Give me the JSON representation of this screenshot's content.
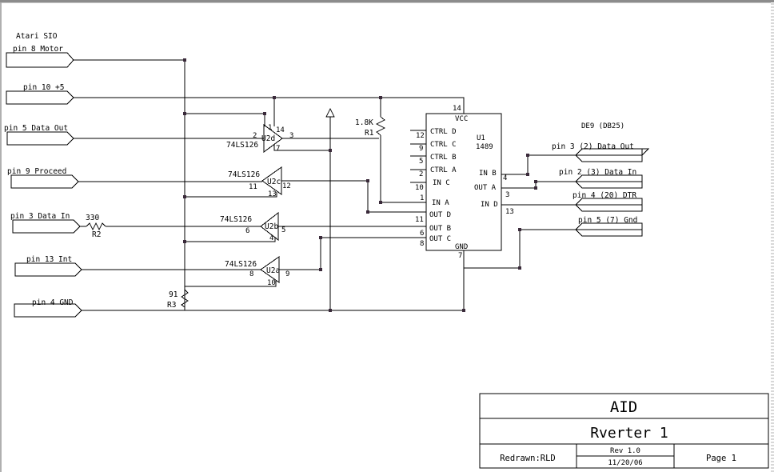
{
  "left_connector": {
    "title": "Atari SIO",
    "pins": [
      {
        "label": "pin 8 Motor"
      },
      {
        "label": "pin 10 +5"
      },
      {
        "label": "pin 5 Data Out"
      },
      {
        "label": "pin 9 Proceed"
      },
      {
        "label": "pin 3 Data In"
      },
      {
        "label": "pin 13 Int"
      },
      {
        "label": "pin 4 GND"
      }
    ]
  },
  "right_connector": {
    "title": "DE9 (DB25)",
    "pins": [
      {
        "label": "pin 3 (2) Data Out"
      },
      {
        "label": "pin 2 (3) Data In"
      },
      {
        "label": "pin 4 (20) DTR"
      },
      {
        "label": "pin 5 (7) Gnd"
      }
    ]
  },
  "resistors": {
    "r1": {
      "ref": "R1",
      "value": "1.8K"
    },
    "r2": {
      "ref": "R2",
      "value": "330"
    },
    "r3": {
      "ref": "R3",
      "value": "91"
    }
  },
  "buffers": [
    {
      "ref": "U2d",
      "part": "74LS126",
      "pin_in": "2",
      "pin_out": "3",
      "pin_en": "1",
      "pin_vcc": "14",
      "pin_gnd": "7"
    },
    {
      "ref": "U2c",
      "part": "74LS126",
      "pin_in": "11",
      "pin_out": "12",
      "pin_en": "13"
    },
    {
      "ref": "U2b",
      "part": "74LS126",
      "pin_in": "6",
      "pin_out": "5",
      "pin_en": "4"
    },
    {
      "ref": "U2a",
      "part": "74LS126",
      "pin_in": "8",
      "pin_out": "9",
      "pin_en": "10"
    }
  ],
  "ic_u1": {
    "ref": "U1",
    "part": "1489",
    "vcc_label": "VCC",
    "gnd_label": "GND",
    "vcc_pin": "14",
    "gnd_pin": "7",
    "left_pins": [
      {
        "num": "12",
        "name": "CTRL D"
      },
      {
        "num": "9",
        "name": "CTRL C"
      },
      {
        "num": "5",
        "name": "CTRL B"
      },
      {
        "num": "2",
        "name": "CTRL A"
      },
      {
        "num": "10",
        "name": "IN C"
      },
      {
        "num": "1",
        "name": "IN A"
      },
      {
        "num": "11",
        "name": "OUT D"
      },
      {
        "num": "6",
        "name": "OUT B"
      },
      {
        "num": "8",
        "name": "OUT C"
      }
    ],
    "right_pins": [
      {
        "num": "4",
        "name": "IN B"
      },
      {
        "num": "3",
        "name": "OUT A"
      },
      {
        "num": "13",
        "name": "IN D"
      }
    ]
  },
  "title_block": {
    "title": "AID",
    "subtitle": "Rverter 1",
    "drawn_by": "Redrawn:RLD",
    "revision": "Rev 1.0",
    "date": "11/20/06",
    "page": "Page 1"
  }
}
